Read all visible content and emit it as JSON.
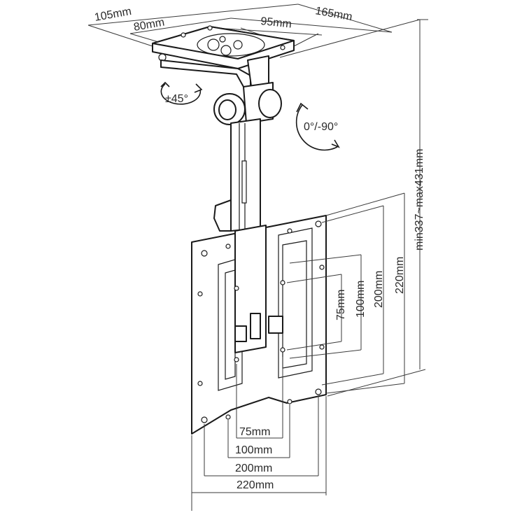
{
  "dimensions": {
    "top_105": "105mm",
    "top_80": "80mm",
    "top_165": "165mm",
    "top_95": "95mm",
    "height_range": "min337~max431mm",
    "v_75": "75mm",
    "v_100": "100mm",
    "v_200": "200mm",
    "v_220": "220mm",
    "h_75": "75mm",
    "h_100": "100mm",
    "h_200": "200mm",
    "h_220": "220mm"
  },
  "rotation": {
    "swivel": "±45°",
    "tilt": "0°/-90°"
  }
}
